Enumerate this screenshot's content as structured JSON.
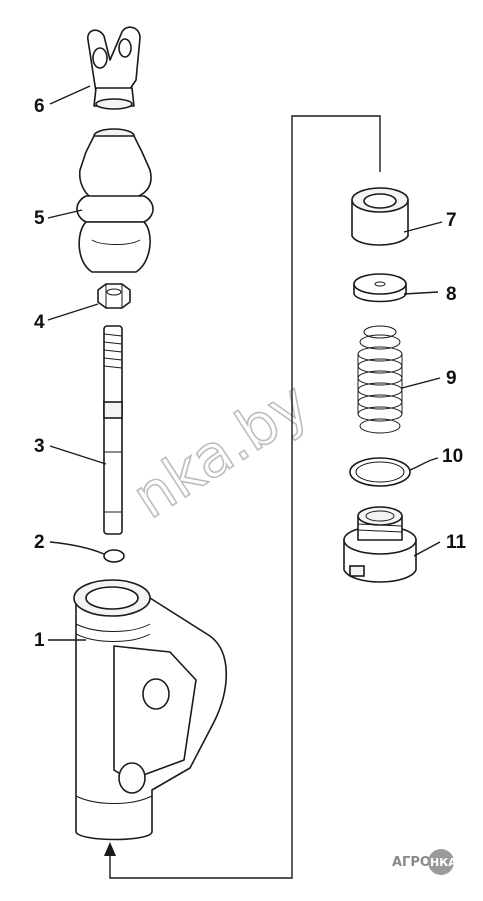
{
  "diagram": {
    "callouts": [
      {
        "id": "part-1",
        "label": "1"
      },
      {
        "id": "part-2",
        "label": "2"
      },
      {
        "id": "part-3",
        "label": "3"
      },
      {
        "id": "part-4",
        "label": "4"
      },
      {
        "id": "part-5",
        "label": "5"
      },
      {
        "id": "part-6",
        "label": "6"
      },
      {
        "id": "part-7",
        "label": "7"
      },
      {
        "id": "part-8",
        "label": "8"
      },
      {
        "id": "part-9",
        "label": "9"
      },
      {
        "id": "part-10",
        "label": "10"
      },
      {
        "id": "part-11",
        "label": "11"
      }
    ]
  },
  "watermark": {
    "text": "nka.by"
  },
  "logo": {
    "text": "АГРО",
    "badge": "НКА"
  },
  "colors": {
    "line": "#1a1a1a",
    "watermark": "#bdbdbd",
    "logo": "#8a8a8a"
  }
}
